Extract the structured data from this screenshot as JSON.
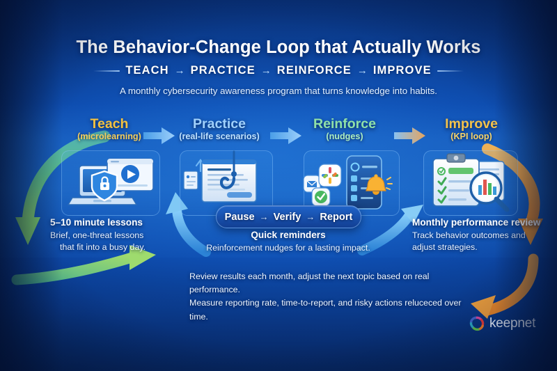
{
  "header": {
    "title": "The Behavior-Change Loop that Actually Works",
    "steps": [
      "TEACH",
      "PRACTICE",
      "REINFORCE",
      "IMPROVE"
    ],
    "step_arrow": "→",
    "subtitle": "A monthly cybersecurity awareness program that turns knowledge into habits."
  },
  "stages": [
    {
      "name": "Teach",
      "sub": "(microlearning)",
      "name_color": "#f4c23f",
      "sub_color": "#f6cf5c",
      "icon": "laptop-shield-video-icon"
    },
    {
      "name": "Practice",
      "sub": "(real-life scenarios)",
      "name_color": "#9fd0fb",
      "sub_color": "#bfe2ff",
      "icon": "email-phishing-hook-icon"
    },
    {
      "name": "Reinforce",
      "sub": "(nudges)",
      "name_color": "#8fe0a8",
      "sub_color": "#aeeec1",
      "icon": "phone-bell-apps-icon"
    },
    {
      "name": "Improve",
      "sub": "(KPI loop)",
      "name_color": "#f3c24a",
      "sub_color": "#f7d469",
      "icon": "clipboard-magnifier-chart-icon"
    }
  ],
  "pill": {
    "items": [
      "Pause",
      "Verify",
      "Report"
    ],
    "arrow": "→"
  },
  "callouts": {
    "teach": {
      "head": "5–10 minute lessons",
      "lines": [
        "Brief, one-threat lessons",
        "that fit into a busy day."
      ]
    },
    "reinforce": {
      "head": "Quick reminders",
      "lines": [
        "Reinforcement nudges for a lasting impact."
      ]
    },
    "improve": {
      "head": "Monthly performance review",
      "lines": [
        "Track behavior outcomes and",
        "adjust strategies."
      ]
    }
  },
  "summary": {
    "line1": "Review results each month, adjust the next topic based on real performance.",
    "line2": "Measure reporting rate, time-to-report, and risky actions reluceced over time."
  },
  "logo": {
    "word": "keepnet",
    "mark": "keepnet-aperture-logo-icon"
  },
  "colors": {
    "background_deep": "#07306f",
    "background_mid": "#1763c8",
    "accent_gold": "#f4c23f",
    "accent_green": "#8fe0a8",
    "accent_cyan": "#9fd0fb",
    "arrow_green": "#6fcf72",
    "arrow_cyan": "#57b6f0",
    "arrow_orange": "#f0962f",
    "pill_blue": "#1f63c8"
  }
}
